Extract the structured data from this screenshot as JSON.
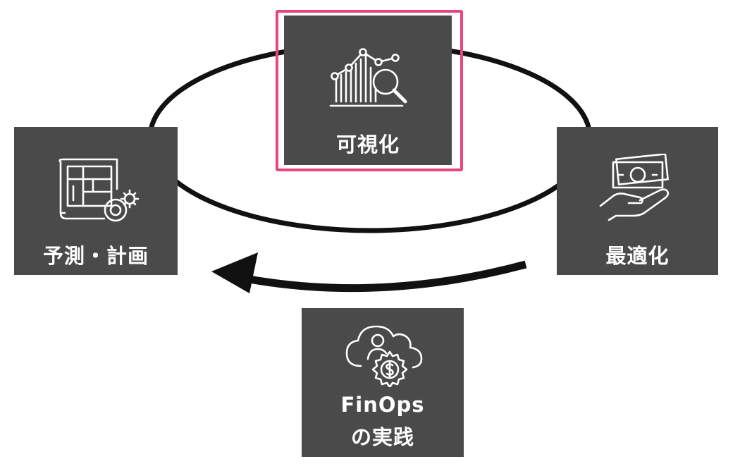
{
  "diagram": {
    "nodes": {
      "visualize": {
        "label": "可視化",
        "icon": "chart-magnifier-icon",
        "highlighted": true
      },
      "forecast": {
        "label": "予測・計画",
        "icon": "blueprint-gear-icon"
      },
      "optimize": {
        "label": "最適化",
        "icon": "hand-money-icon"
      },
      "practice": {
        "label_line1": "FinOps",
        "label_line2": "の実践",
        "icon": "cloud-person-dollar-gear-icon"
      }
    },
    "colors": {
      "box": "#4a4a4a",
      "text": "#ffffff",
      "cycle": "#111111",
      "highlight": "#e8457a"
    }
  }
}
